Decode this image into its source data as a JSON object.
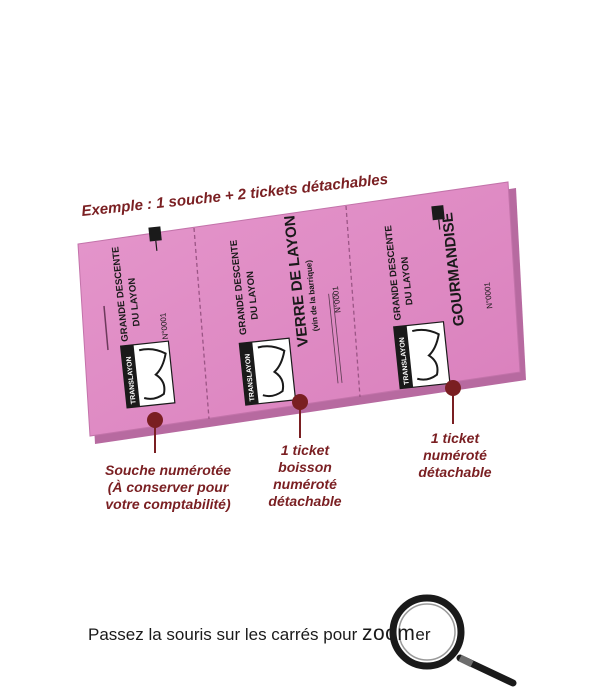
{
  "header": {
    "example_title": "Exemple : 1 souche + 2 tickets détachables"
  },
  "booklet": {
    "color": "#e38dc6",
    "brand_logo_text": "TRANSLAYON",
    "stub": {
      "event_line1": "GRANDE DESCENTE",
      "event_line2": "DU LAYON",
      "number": "N°0001"
    },
    "ticket_drink": {
      "event_line1": "GRANDE DESCENTE",
      "event_line2": "DU LAYON",
      "product": "VERRE DE LAYON",
      "product_sub": "(vin de la barrique)",
      "number": "N°0001"
    },
    "ticket_food": {
      "event_line1": "GRANDE DESCENTE",
      "event_line2": "DU LAYON",
      "product": "GOURMANDISE",
      "number": "N°0001"
    }
  },
  "callouts": {
    "color": "#7a1f22",
    "stub": [
      "Souche numérotée",
      "(À conserver pour",
      "votre comptabilité)"
    ],
    "drink": [
      "1 ticket",
      "boisson",
      "numéroté",
      "détachable"
    ],
    "food": [
      "1 ticket",
      "numéroté",
      "détachable"
    ]
  },
  "footer": {
    "hint_before": "Passez la souris sur les carrés pour ",
    "hint_zoom": "ZOOM",
    "hint_after": "er"
  }
}
